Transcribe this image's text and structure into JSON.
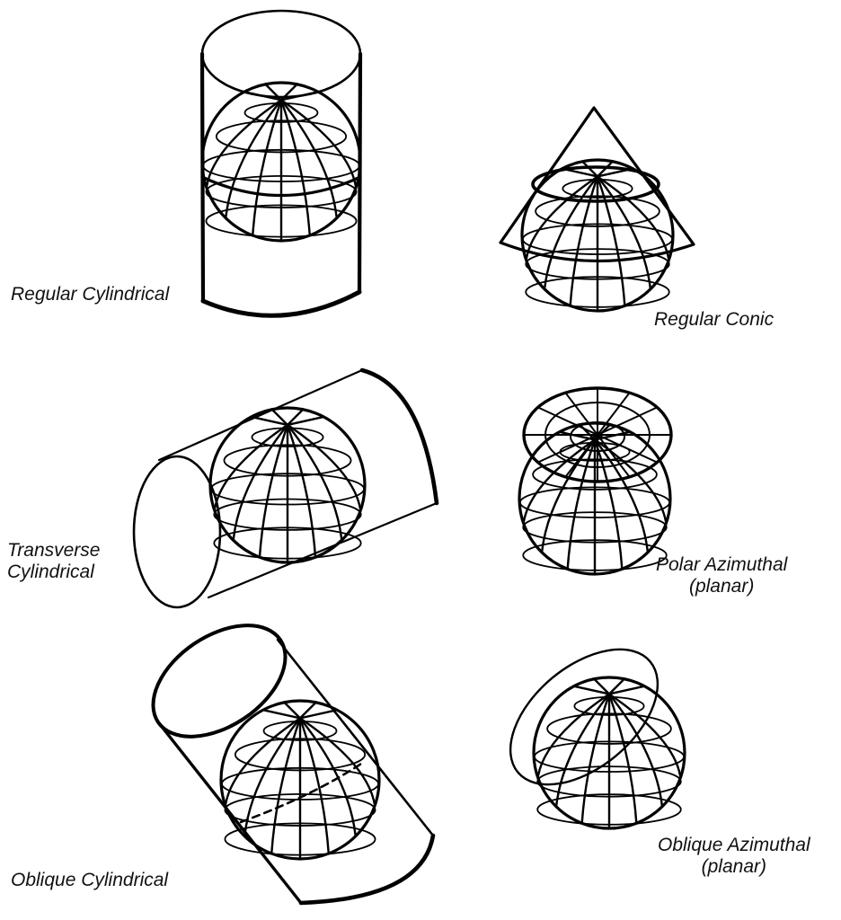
{
  "labels": {
    "regular_cylindrical": "Regular Cylindrical",
    "regular_conic": "Regular Conic",
    "transverse_cylindrical": [
      "Transverse",
      "Cylindrical"
    ],
    "polar_azimuthal": [
      "Polar Azimuthal",
      "(planar)"
    ],
    "oblique_cylindrical": "Oblique Cylindrical",
    "oblique_azimuthal": [
      "Oblique Azimuthal",
      "(planar)"
    ]
  },
  "colors": {
    "line": "#000000",
    "text": "#111111",
    "background": "#ffffff"
  }
}
